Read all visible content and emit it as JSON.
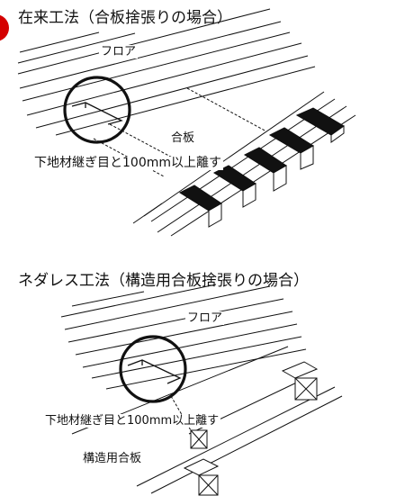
{
  "section1": {
    "title": "在来工法（合板捨張りの場合）",
    "floor_label": "フロア",
    "plywood_label": "合板",
    "seam_label": "下地材継ぎ目と100mm以上離す"
  },
  "section2": {
    "title": "ネダレス工法（構造用合板捨張りの場合）",
    "floor_label": "フロア",
    "seam_label": "下地材継ぎ目と100mm以上離す",
    "plywood_label": "構造用合板"
  },
  "colors": {
    "marker": "#d40000",
    "line": "#111111"
  }
}
